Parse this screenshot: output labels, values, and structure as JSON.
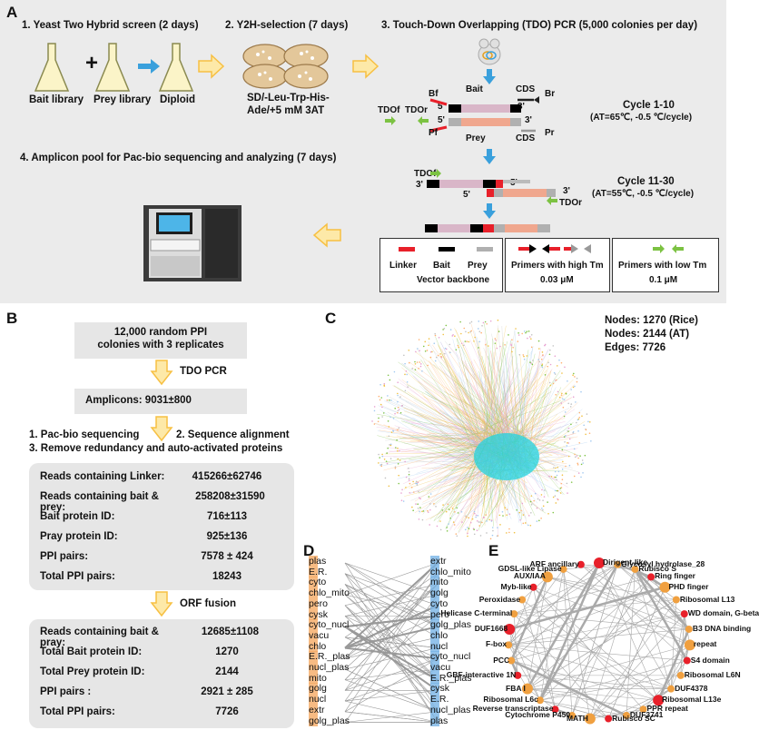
{
  "panels": {
    "a": "A",
    "b": "B",
    "c": "C",
    "d": "D",
    "e": "E"
  },
  "panel_a": {
    "step1": "1. Yeast Two Hybrid screen (2 days)",
    "step2": "2. Y2H-selection (7 days)",
    "step3": "3. Touch-Down Overlapping (TDO) PCR (5,000 colonies per day)",
    "step4": "4. Amplicon pool for Pac-bio sequencing and analyzing (7 days)",
    "plus": "+",
    "bait_library": "Bait library",
    "prey_library": "Prey library",
    "diploid": "Diploid",
    "media_line1": "SD/-Leu-Trp-His-",
    "media_line2": "Ade/+5 mM 3AT",
    "bf": "Bf",
    "bait": "Bait",
    "cds": "CDS",
    "br": "Br",
    "pf": "Pf",
    "prey": "Prey",
    "cds2": "CDS",
    "pr": "Pr",
    "five": "5'",
    "three": "3'",
    "tdof": "TDOf",
    "tdor": "TDOr",
    "cycle1": "Cycle 1-10",
    "cycle1_cond": "(AT=65℃, -0.5 ℃/cycle)",
    "cycle2": "Cycle 11-30",
    "cycle2_cond": "(AT=55℃, -0.5 ℃/cycle)",
    "legend": {
      "linker": "Linker",
      "bait": "Bait",
      "prey": "Prey",
      "vector": "Vector backbone",
      "high_tm": "Primers with high Tm",
      "high_conc": "0.03 μM",
      "low_tm": "Primers with low Tm",
      "low_conc": "0.1 μM"
    }
  },
  "panel_b": {
    "start": "12,000 random PPI",
    "start2": "colonies with 3 replicates",
    "tdo": "TDO PCR",
    "amplicons": "Amplicons: 9031±800",
    "seq1": "1. Pac-bio sequencing",
    "seq2": "2. Sequence alignment",
    "seq3": "3. Remove redundancy and auto-activated proteins",
    "table1": [
      {
        "label": "Reads containing Linker:",
        "value": "415266±62746"
      },
      {
        "label": "Reads containing bait & prey:",
        "value": "258208±31590"
      },
      {
        "label": "Bait protein ID:",
        "value": "716±113"
      },
      {
        "label": "Pray protein ID:",
        "value": "925±136"
      },
      {
        "label": "PPI pairs:",
        "value": "7578 ± 424"
      },
      {
        "label": "Total PPI pairs:",
        "value": "18243"
      }
    ],
    "orf": "ORF fusion",
    "table2": [
      {
        "label": "Reads containing bait & pray:",
        "value": "12685±1108"
      },
      {
        "label": "Total Bait protein ID:",
        "value": "1270"
      },
      {
        "label": "Total Prey protein ID:",
        "value": "2144"
      },
      {
        "label": "PPI pairs :",
        "value": "2921 ± 285"
      },
      {
        "label": "Total PPI pairs:",
        "value": "7726"
      }
    ]
  },
  "panel_c": {
    "nodes_rice": "Nodes: 1270 (Rice)",
    "nodes_at": "Nodes: 2144 (AT)",
    "edges": "Edges:  7726"
  },
  "panel_d": {
    "left": [
      "plas",
      "E.R.",
      "cyto",
      "chlo_mito",
      "pero",
      "cysk",
      "cyto_nucl",
      "vacu",
      "chlo",
      "E.R._plas",
      "nucl_plas",
      "mito",
      "golg",
      "nucl",
      "extr",
      "golg_plas"
    ],
    "right": [
      "extr",
      "chlo_mito",
      "mito",
      "golg",
      "cyto",
      "pero",
      "golg_plas",
      "chlo",
      "nucl",
      "cyto_nucl",
      "vacu",
      "E.R._plas",
      "cysk",
      "E.R.",
      "nucl_plas",
      "plas"
    ]
  },
  "panel_e": {
    "labels": [
      "Dirigent-like",
      "Glycosyl hydrolase_28",
      "Rubisco S",
      "Ring finger",
      "PHD finger",
      "Ribosomal L13",
      "WD domain, G-beta",
      "B3 DNA binding",
      "repeat",
      "S4 domain",
      "Ribosomal L6N",
      "DUF4378",
      "Ribosomal L13e",
      "PPR repeat",
      "DUF3741",
      "Rubisco SC",
      "MATH",
      "Cytochrome P450",
      "Reverse transcriptase",
      "Ribosomal L6c",
      "FBA I",
      "GBF-interactive 1N",
      "PCC",
      "F-box",
      "DUF1668",
      "Helicase C-terminal",
      "Peroxidase",
      "Myb-like",
      "AUX/IAA",
      "GDSL-like Lipase",
      "ARF ancillary"
    ]
  },
  "colors": {
    "arrow_yellow": "#f7c043",
    "arrow_blue": "#3aa0dc",
    "green": "#7cc242",
    "linker": "#e8202a",
    "bait": "#000000",
    "prey": "#b0b0b0",
    "pink": "#d9b6c8",
    "salmon": "#f0a78e",
    "cyan": "#22d3e0"
  }
}
